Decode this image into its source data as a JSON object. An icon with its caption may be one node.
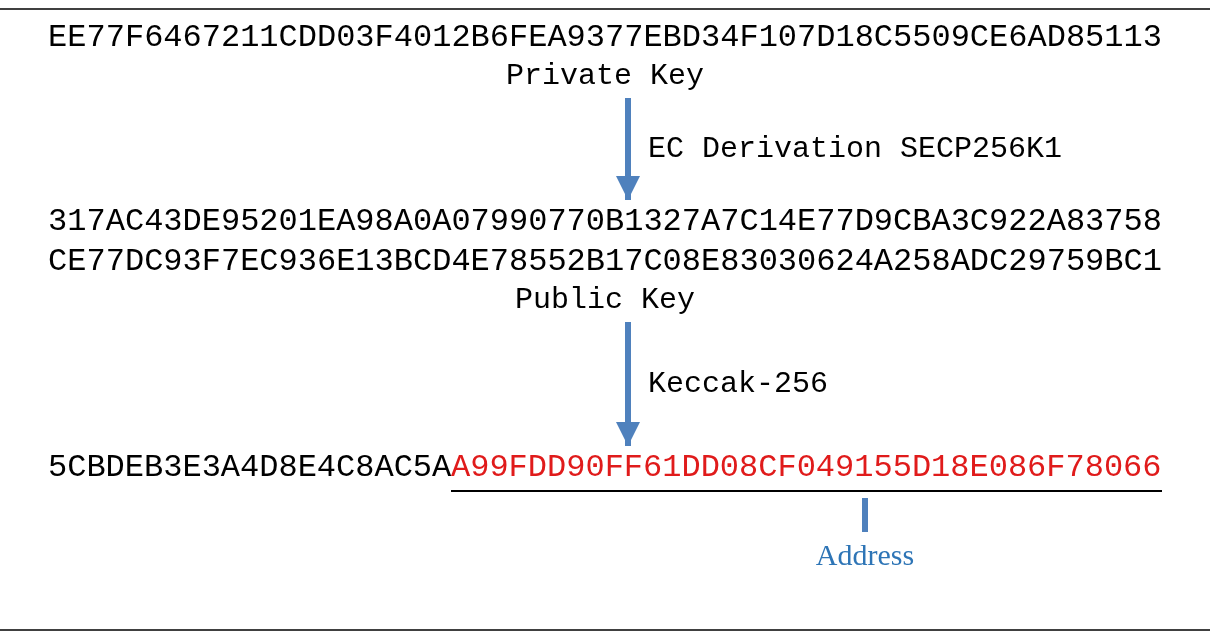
{
  "diagram": {
    "nodes": [
      {
        "text": [
          "EE77F6467211CDD03F4012B6FEA9377EBD34F107D18C5509CE6AD85113",
          "Private Key"
        ]
      },
      {
        "text": [
          "317AC43DE95201EA98A0A07990770B1327A7C14E77D9CBA3C922A83758 CE77DC93F7EC936E13BCD4E78552B17C08E83030624A258ADC29759BC1",
          "Public Key"
        ]
      },
      {
        "text": [
          "5CBDEB3E3A4D8E4C8AC5A"
        ]
      },
      {
        "text": [
          "A99FDD90FF61DD08CF049155D18E086F78066"
        ]
      },
      {
        "text": [
          "Address"
        ]
      }
    ],
    "edges": [
      {
        "from": 0,
        "to": 1,
        "arrow": "to",
        "label": "EC Derivation SECP256K1"
      },
      {
        "from": 1,
        "to": 3,
        "arrow": "to",
        "label": "Keccak-256"
      },
      {
        "from": 4,
        "to": 3,
        "arrow": "none"
      }
    ]
  }
}
